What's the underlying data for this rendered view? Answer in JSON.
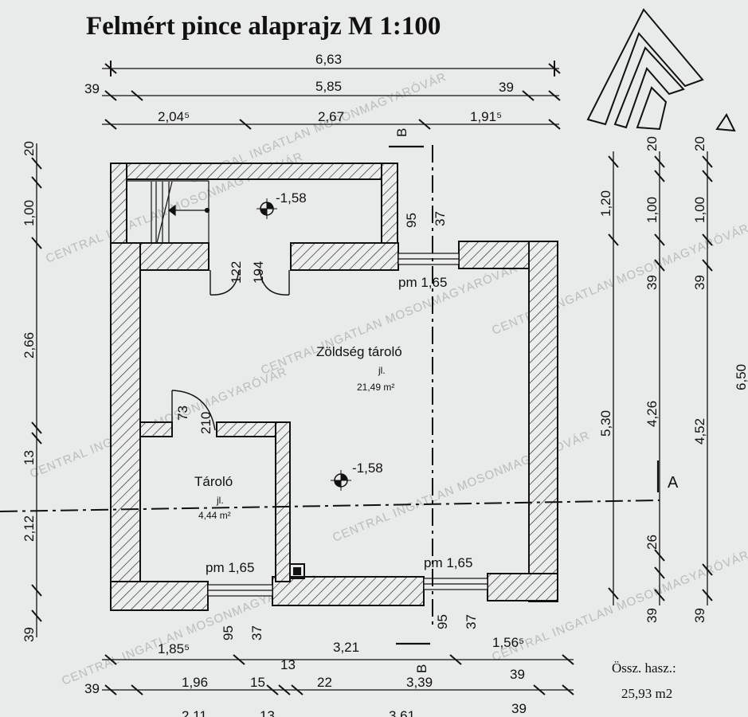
{
  "title": "Felmért pince alaprajz M 1:100",
  "rooms": [
    {
      "name": "Zöldség tároló",
      "code": "jl.",
      "area": "21,49 m²"
    },
    {
      "name": "Tároló",
      "code": "jl.",
      "area": "4,44 m²"
    }
  ],
  "levels": [
    "-1,58",
    "-1,58"
  ],
  "windows": [
    "pm 1,65",
    "pm 1,65",
    "pm 1,65"
  ],
  "door_dims": [
    "122",
    "194",
    "73",
    "210"
  ],
  "wall_dims": [
    "95",
    "37",
    "95",
    "37",
    "95",
    "37"
  ],
  "top_dims": {
    "row1": [
      "6,63"
    ],
    "row2": [
      "39",
      "5,85",
      "39"
    ],
    "row3": [
      "2,04⁵",
      "2,67",
      "1,91⁵"
    ]
  },
  "bottom_dims": {
    "row1": [
      "1,85⁵",
      "3,21",
      "1,56⁵"
    ],
    "row2": [
      "13"
    ],
    "row3": [
      "39",
      "1,96",
      "15",
      "22",
      "3,39",
      "39"
    ],
    "row4": [
      "2,11",
      "13",
      "3,61",
      "39"
    ]
  },
  "left_dims": [
    "20",
    "1,00",
    "2,66",
    "13",
    "2,12",
    "39"
  ],
  "right_dims": {
    "col1": [
      "1,20",
      "5,30"
    ],
    "col2": [
      "20",
      "1,00",
      "39",
      "4,26",
      "26",
      "39"
    ],
    "col3": [
      "20",
      "1,00",
      "39",
      "4,52",
      "39"
    ],
    "col4": [
      "6,50"
    ]
  },
  "section_marks": [
    "B",
    "B",
    "A"
  ],
  "summary": {
    "label": "Össz. hasz.:",
    "value": "25,93 m2"
  },
  "watermark": "CENTRAL INGATLAN MOSONMAGYARÓVÁR"
}
